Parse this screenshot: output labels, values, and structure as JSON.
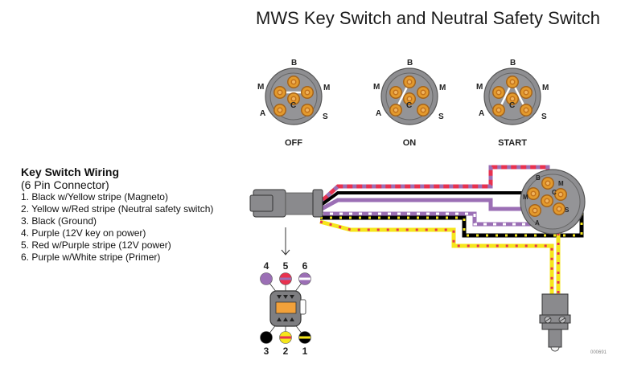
{
  "title": "MWS Key Switch and Neutral Safety Switch",
  "switch_positions": [
    {
      "label": "OFF",
      "pins": [
        "B",
        "M",
        "M",
        "A",
        "C",
        "S"
      ],
      "connections": [
        [
          "M-left",
          "M-right"
        ]
      ]
    },
    {
      "label": "ON",
      "pins": [
        "B",
        "M",
        "M",
        "A",
        "C",
        "S"
      ],
      "connections": [
        [
          "B",
          "A"
        ]
      ]
    },
    {
      "label": "START",
      "pins": [
        "B",
        "M",
        "M",
        "A",
        "C",
        "S"
      ],
      "connections": [
        [
          "B",
          "A"
        ],
        [
          "B",
          "S"
        ]
      ]
    }
  ],
  "pin_labels": {
    "b": "B",
    "m": "M",
    "a": "A",
    "c": "C",
    "s": "S"
  },
  "legend": {
    "heading": "Key Switch Wiring",
    "subheading": "(6 Pin Connector)",
    "items": [
      "1. Black w/Yellow stripe (Magneto)",
      "2. Yellow w/Red stripe (Neutral safety switch)",
      "3. Black (Ground)",
      "4. Purple (12V key on power)",
      "5. Red w/Purple stripe (12V power)",
      "6. Purple w/White stripe (Primer)"
    ]
  },
  "connector_pins": {
    "top": [
      {
        "number": "4",
        "base": "#9b6fb5",
        "stripe": null
      },
      {
        "number": "5",
        "base": "#e8324f",
        "stripe": "#9b6fb5"
      },
      {
        "number": "6",
        "base": "#9b6fb5",
        "stripe": "#ffffff"
      }
    ],
    "bottom": [
      {
        "number": "3",
        "base": "#000000",
        "stripe": null
      },
      {
        "number": "2",
        "base": "#f5e61b",
        "stripe": "#e8324f"
      },
      {
        "number": "1",
        "base": "#000000",
        "stripe": "#f5e61b"
      }
    ]
  },
  "colors": {
    "red": "#e8324f",
    "purple": "#9b6fb5",
    "black": "#000000",
    "yellow": "#f5e61b",
    "white": "#ffffff",
    "pin_orange": "#e39a2d",
    "housing_gray": "#8a8a8d",
    "connector_orange": "#f2a13a"
  },
  "part_number": "000691"
}
